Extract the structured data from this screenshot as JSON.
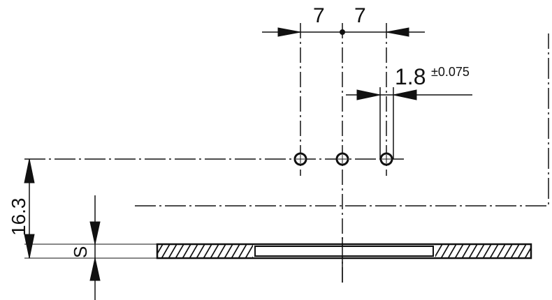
{
  "dimensions": {
    "pitch_left": "7",
    "pitch_right": "7",
    "pin_width": "1.8",
    "pin_width_tolerance": "±0.075",
    "height": "16.3",
    "thickness": "S"
  },
  "colors": {
    "line": "#111111",
    "background": "#ffffff"
  }
}
